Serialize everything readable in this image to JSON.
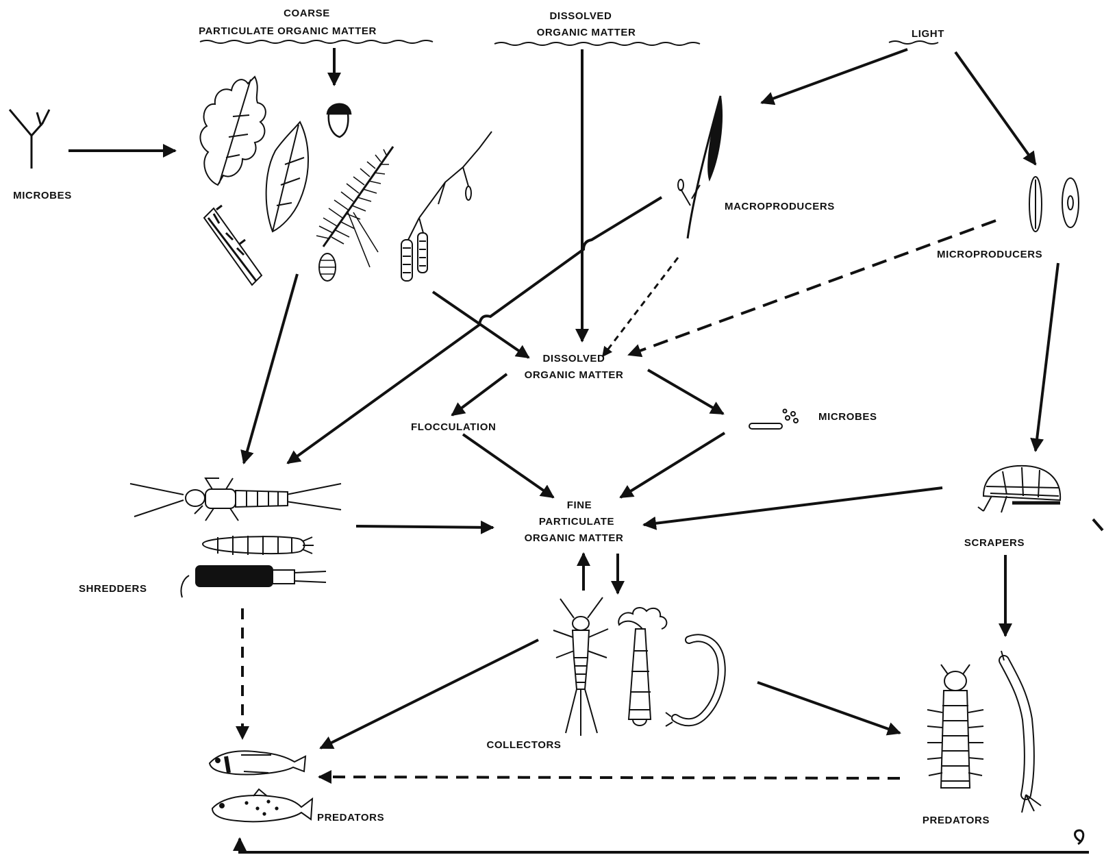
{
  "labels": {
    "coarse_pom_line1": "COARSE",
    "coarse_pom_line2": "PARTICULATE ORGANIC MATTER",
    "dom_top_line1": "DISSOLVED",
    "dom_top_line2": "ORGANIC MATTER",
    "light": "LIGHT",
    "microbes_left": "MICROBES",
    "macroproducers": "MACROPRODUCERS",
    "microproducers": "MICROPRODUCERS",
    "dom_center_line1": "DISSOLVED",
    "dom_center_line2": "ORGANIC MATTER",
    "flocculation": "FLOCCULATION",
    "microbes_right": "MICROBES",
    "fpom_line1": "FINE",
    "fpom_line2": "PARTICULATE",
    "fpom_line3": "ORGANIC MATTER",
    "shredders": "SHREDDERS",
    "scrapers": "SCRAPERS",
    "collectors": "COLLECTORS",
    "predators_left": "PREDATORS",
    "predators_right": "PREDATORS"
  },
  "colors": {
    "ink": "#111111",
    "background": "#ffffff"
  }
}
